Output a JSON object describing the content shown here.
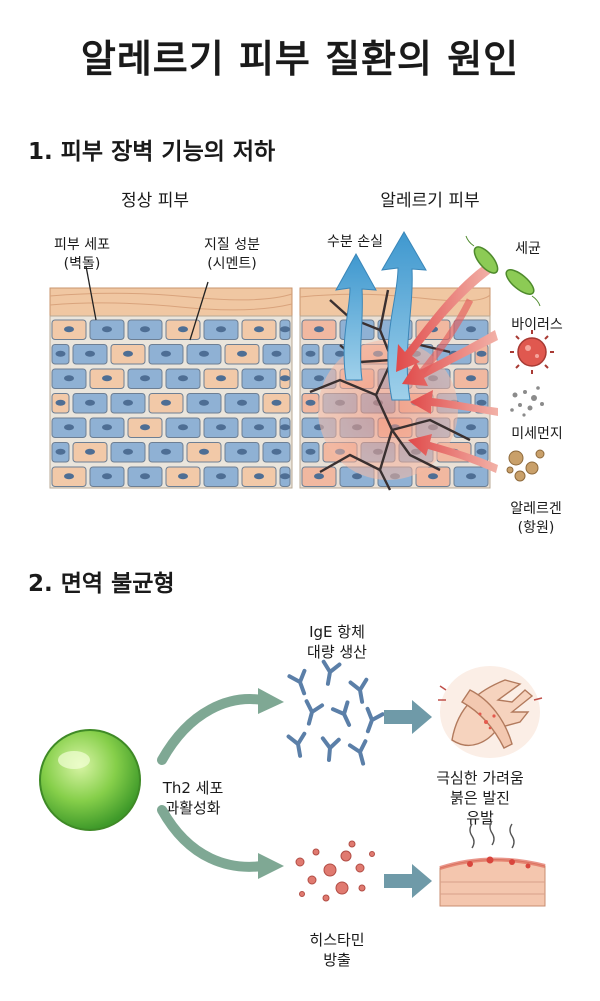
{
  "title": "알레르기 피부 질환의 원인",
  "section1": {
    "heading": "1. 피부 장벽 기능의 저하",
    "normal": {
      "title": "정상 피부",
      "cell_label": [
        "피부 세포",
        "(벽돌)"
      ],
      "lipid_label": [
        "지질 성분",
        "(시멘트)"
      ]
    },
    "allergic": {
      "title": "알레르기 피부",
      "moisture_loss": "수분 손실",
      "bacteria": "세균",
      "virus": "바이러스",
      "dust": "미세먼지",
      "allergen": [
        "알레르겐",
        "(항원)"
      ]
    }
  },
  "section2": {
    "heading": "2. 면역 불균형",
    "th2": [
      "Th2 세포",
      "과활성화"
    ],
    "ige": [
      "IgE 항체",
      "대량 생산"
    ],
    "histamine": [
      "히스타민",
      "방출"
    ],
    "symptoms": [
      "극심한 가려움",
      "붉은 발진",
      "유발"
    ]
  },
  "colors": {
    "cell_blue": "#8fb1d4",
    "cell_peach": "#f2c9a8",
    "skin_top": "#f0c7a2",
    "crack": "#3a3030",
    "moisture": "#5aa9d6",
    "inflamed": "#e8806a",
    "arrow_red": "#e35d5d",
    "green_cell": "#7fcf4a",
    "antibody": "#5b7fa8",
    "arrow_teal": "#6f9aa8"
  }
}
